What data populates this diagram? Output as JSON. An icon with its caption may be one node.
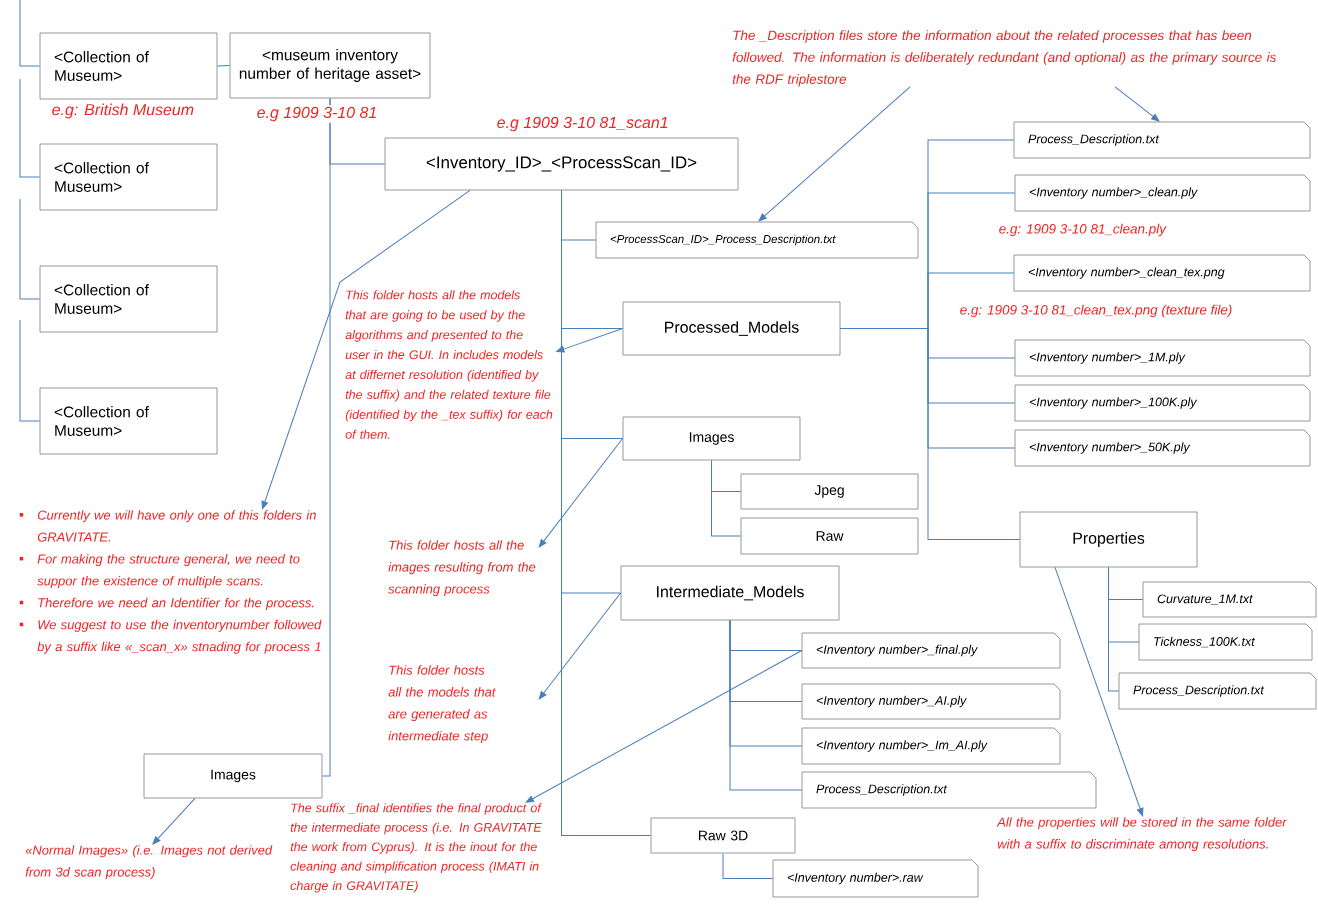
{
  "diagram": {
    "nodes": [
      {
        "text": [
          "<Collection of Museum>"
        ],
        "beside": [
          "e.g: British Museum"
        ]
      },
      {
        "text": [
          "<museum inventory number of heritage asset>"
        ],
        "beside": [
          "e.g 1909 3-10 81"
        ]
      },
      {
        "text": [
          "<Collection of Museum>"
        ]
      },
      {
        "text": [
          "<Collection of Museum>"
        ]
      },
      {
        "text": [
          "<Collection of Museum>"
        ]
      },
      {
        "text": [
          "<Inventory_ID>_<ProcessScan_ID>"
        ],
        "beside": [
          "e.g 1909 3-10 81_scan1"
        ]
      },
      {
        "text": [
          "<ProcessScan_ID>_Process_Description.txt"
        ]
      },
      {
        "text": [
          "Process_Description.txt"
        ]
      },
      {
        "text": [
          "<Inventory number>_clean.ply"
        ],
        "beside": [
          "e.g: 1909 3-10 81_clean.ply"
        ]
      },
      {
        "text": [
          "<Inventory number>_clean_tex.png"
        ],
        "beside": [
          "e.g: 1909 3-10 81_clean_tex.png (texture file)"
        ]
      },
      {
        "text": [
          "Processed_Models"
        ]
      },
      {
        "text": [
          "<Inventory number>_1M.ply"
        ]
      },
      {
        "text": [
          "<Inventory number>_100K.ply"
        ]
      },
      {
        "text": [
          "<Inventory number>_50K.ply"
        ]
      },
      {
        "text": [
          "Images"
        ]
      },
      {
        "text": [
          "Jpeg"
        ]
      },
      {
        "text": [
          "Raw"
        ]
      },
      {
        "text": [
          "Properties"
        ]
      },
      {
        "text": [
          "Intermediate_Models"
        ]
      },
      {
        "text": [
          "Curvature_1M.txt"
        ]
      },
      {
        "text": [
          "Tickness_100K.txt"
        ]
      },
      {
        "text": [
          "Process_Description.txt"
        ]
      },
      {
        "text": [
          "<Inventory number>_final.ply"
        ]
      },
      {
        "text": [
          "<Inventory number>_AI.ply"
        ]
      },
      {
        "text": [
          "<Inventory number>_Im_AI.ply"
        ]
      },
      {
        "text": [
          "Process_Description.txt"
        ]
      },
      {
        "text": [
          "Images"
        ]
      },
      {
        "text": [
          "Raw 3D"
        ]
      },
      {
        "text": [
          "<Inventory number>.raw"
        ]
      },
      {
        "text": [
          "The _Description files store the information about the related processes that has been followed. The information is deliberately redundant (and optional) as the primary source is the RDF triplestore"
        ]
      },
      {
        "text": [
          "Currently we will have only one of this folders in GRAVITATE.",
          "For making the structure general, we need to suppor the existence of multiple scans.",
          "Therefore we need an Identifier for the process.",
          "We suggest to use the inventorynumber followed by a suffix like «_scan_x» stnading for process 1"
        ]
      },
      {
        "text": [
          "This folder hosts all the models that are going to be used by the algorithms and presented to the user in the GUI. In includes models at differnet resolution (identified by the suffix) and the related texture file (identified by the _tex suffix) for each of them."
        ]
      },
      {
        "text": [
          "This folder hosts all the images resulting from the scanning process"
        ]
      },
      {
        "text": [
          "This folder hosts all the models that are generated as intermediate step"
        ]
      },
      {
        "text": [
          "The suffix _final identifies the final product of the intermediate process (i.e. In GRAVITATE the work from Cyprus). It is the inout for the cleaning and simplification process (IMATI in charge in GRAVITATE)"
        ]
      },
      {
        "text": [
          "«Normal Images» (i.e. Images not derived from 3d scan process)"
        ]
      },
      {
        "text": [
          "All the properties will be stored in the same folder with a suffix to discriminate among resolutions."
        ]
      }
    ],
    "edges": [
      {
        "from": null,
        "to": 0,
        "arrow": "none"
      },
      {
        "from": null,
        "to": 2,
        "arrow": "none"
      },
      {
        "from": null,
        "to": 3,
        "arrow": "none"
      },
      {
        "from": null,
        "to": 4,
        "arrow": "none"
      },
      {
        "from": 0,
        "to": 1,
        "arrow": "none"
      },
      {
        "from": 1,
        "to": 5,
        "arrow": "none"
      },
      {
        "from": 1,
        "to": 26,
        "arrow": "none"
      },
      {
        "from": 5,
        "to": 6,
        "arrow": "none"
      },
      {
        "from": 5,
        "to": 10,
        "arrow": "none"
      },
      {
        "from": 5,
        "to": 14,
        "arrow": "none"
      },
      {
        "from": 5,
        "to": 18,
        "arrow": "none"
      },
      {
        "from": 5,
        "to": 27,
        "arrow": "none"
      },
      {
        "from": 10,
        "to": 7,
        "arrow": "none"
      },
      {
        "from": 10,
        "to": 8,
        "arrow": "none"
      },
      {
        "from": 10,
        "to": 9,
        "arrow": "none"
      },
      {
        "from": 10,
        "to": 11,
        "arrow": "none"
      },
      {
        "from": 10,
        "to": 12,
        "arrow": "none"
      },
      {
        "from": 10,
        "to": 13,
        "arrow": "none"
      },
      {
        "from": 10,
        "to": 17,
        "arrow": "none"
      },
      {
        "from": 14,
        "to": 15,
        "arrow": "none"
      },
      {
        "from": 14,
        "to": 16,
        "arrow": "none"
      },
      {
        "from": 17,
        "to": 19,
        "arrow": "none"
      },
      {
        "from": 17,
        "to": 20,
        "arrow": "none"
      },
      {
        "from": 17,
        "to": 21,
        "arrow": "none"
      },
      {
        "from": 18,
        "to": 22,
        "arrow": "none"
      },
      {
        "from": 18,
        "to": 23,
        "arrow": "none"
      },
      {
        "from": 18,
        "to": 24,
        "arrow": "none"
      },
      {
        "from": 18,
        "to": 25,
        "arrow": "none"
      },
      {
        "from": 27,
        "to": 28,
        "arrow": "none"
      },
      {
        "from": 29,
        "to": 6,
        "arrow": "to"
      },
      {
        "from": 29,
        "to": 7,
        "arrow": "to"
      },
      {
        "from": 5,
        "to": 30,
        "arrow": "to"
      },
      {
        "from": 10,
        "to": 31,
        "arrow": "to"
      },
      {
        "from": 14,
        "to": 32,
        "arrow": "to"
      },
      {
        "from": 18,
        "to": 33,
        "arrow": "to"
      },
      {
        "from": 22,
        "to": 34,
        "arrow": "to"
      },
      {
        "from": 26,
        "to": 35,
        "arrow": "to"
      },
      {
        "from": 17,
        "to": 36,
        "arrow": "to"
      }
    ]
  }
}
